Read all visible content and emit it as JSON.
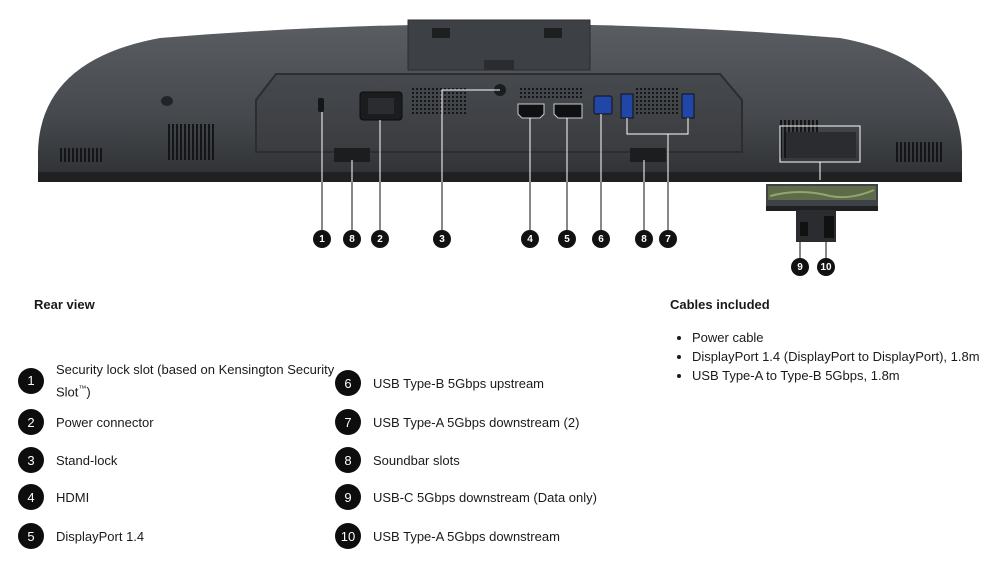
{
  "diagram": {
    "markers": [
      {
        "num": "1"
      },
      {
        "num": "8"
      },
      {
        "num": "2"
      },
      {
        "num": "3"
      },
      {
        "num": "4"
      },
      {
        "num": "5"
      },
      {
        "num": "6"
      },
      {
        "num": "8"
      },
      {
        "num": "7"
      },
      {
        "num": "9"
      },
      {
        "num": "10"
      }
    ]
  },
  "rear_view": {
    "title": "Rear view",
    "items": [
      {
        "num": "1",
        "label": "Security lock slot (based on Kensington Security",
        "label_line2": "Slot",
        "tm": "™",
        "close": ")"
      },
      {
        "num": "2",
        "label": "Power connector"
      },
      {
        "num": "3",
        "label": "Stand-lock"
      },
      {
        "num": "4",
        "label": "HDMI"
      },
      {
        "num": "5",
        "label": "DisplayPort 1.4"
      },
      {
        "num": "6",
        "label": "USB Type-B 5Gbps upstream"
      },
      {
        "num": "7",
        "label": "USB Type-A 5Gbps downstream (2)"
      },
      {
        "num": "8",
        "label": "Soundbar slots"
      },
      {
        "num": "9",
        "label": "USB-C 5Gbps downstream (Data only)"
      },
      {
        "num": "10",
        "label": "USB Type-A 5Gbps downstream"
      }
    ]
  },
  "cables": {
    "title": "Cables included",
    "items": [
      "Power cable",
      "DisplayPort 1.4 (DisplayPort to DisplayPort), 1.8m",
      "USB Type-A to Type-B 5Gbps, 1.8m"
    ]
  },
  "colors": {
    "monitor_body": "#4a4d52",
    "monitor_shadow": "#2b2d30",
    "badge": "#111111",
    "text": "#1a1a1a"
  }
}
